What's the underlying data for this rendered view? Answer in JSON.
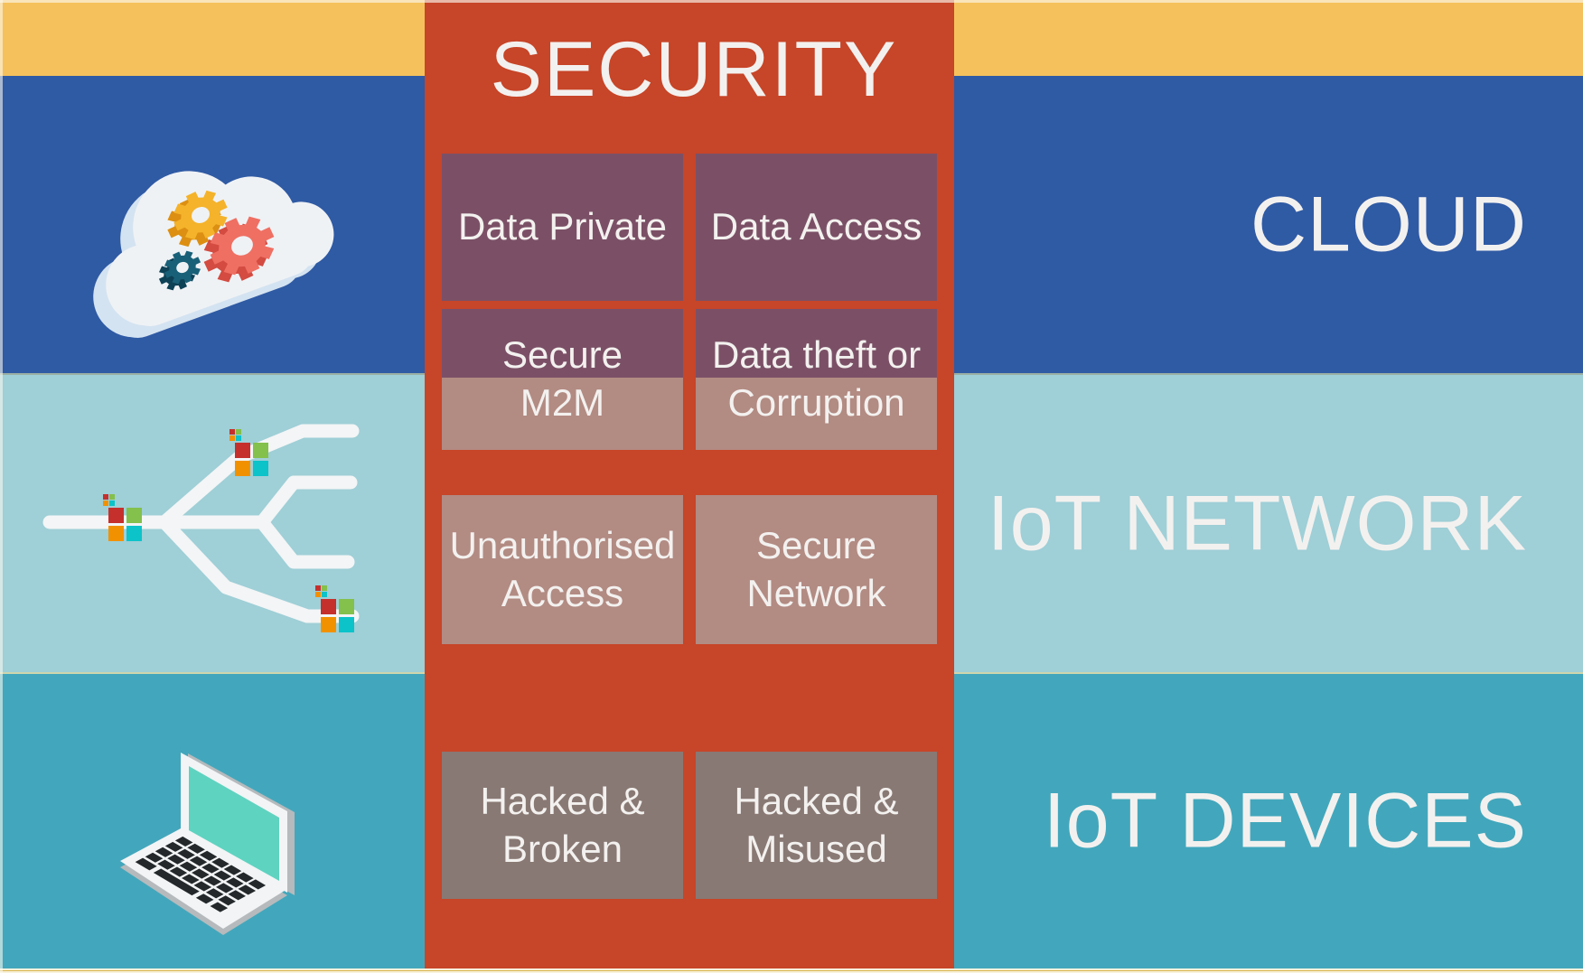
{
  "title": "SECURITY",
  "bands": [
    {
      "name": "cloud",
      "label": "CLOUD"
    },
    {
      "name": "iot-network",
      "label": "IoT NETWORK"
    },
    {
      "name": "iot-devices",
      "label": "IoT DEVICES"
    }
  ],
  "security": {
    "rows": [
      {
        "left_lines": [
          "Data Private"
        ],
        "right_lines": [
          "Data Access"
        ]
      },
      {
        "left_lines": [
          "Secure",
          "M2M"
        ],
        "right_lines": [
          "Data theft or",
          "Corruption"
        ]
      },
      {
        "left_lines": [
          "Unauthorised",
          "Access"
        ],
        "right_lines": [
          "Secure",
          "Network"
        ]
      },
      {
        "left_lines": [
          "Hacked &",
          "Broken"
        ],
        "right_lines": [
          "Hacked &",
          "Misused"
        ]
      }
    ]
  },
  "icons": {
    "cloud": "cloud-gears-icon",
    "network": "iot-network-branch-icon",
    "devices": "laptop-icon"
  },
  "colors": {
    "top_bar": "#f5c15c",
    "cloud_band": "#2f5aa4",
    "network_band": "#9fcfd7",
    "devices_band": "#42a7bc",
    "security_column": "#c74528",
    "box_on_cloud": "#7b5066",
    "box_on_network": "#b28b83",
    "box_on_devices": "#897974",
    "label_text": "#f3f1ef",
    "bottom_edge": "#f7f2dc",
    "bottom_edge_line": "#d8b44a"
  }
}
